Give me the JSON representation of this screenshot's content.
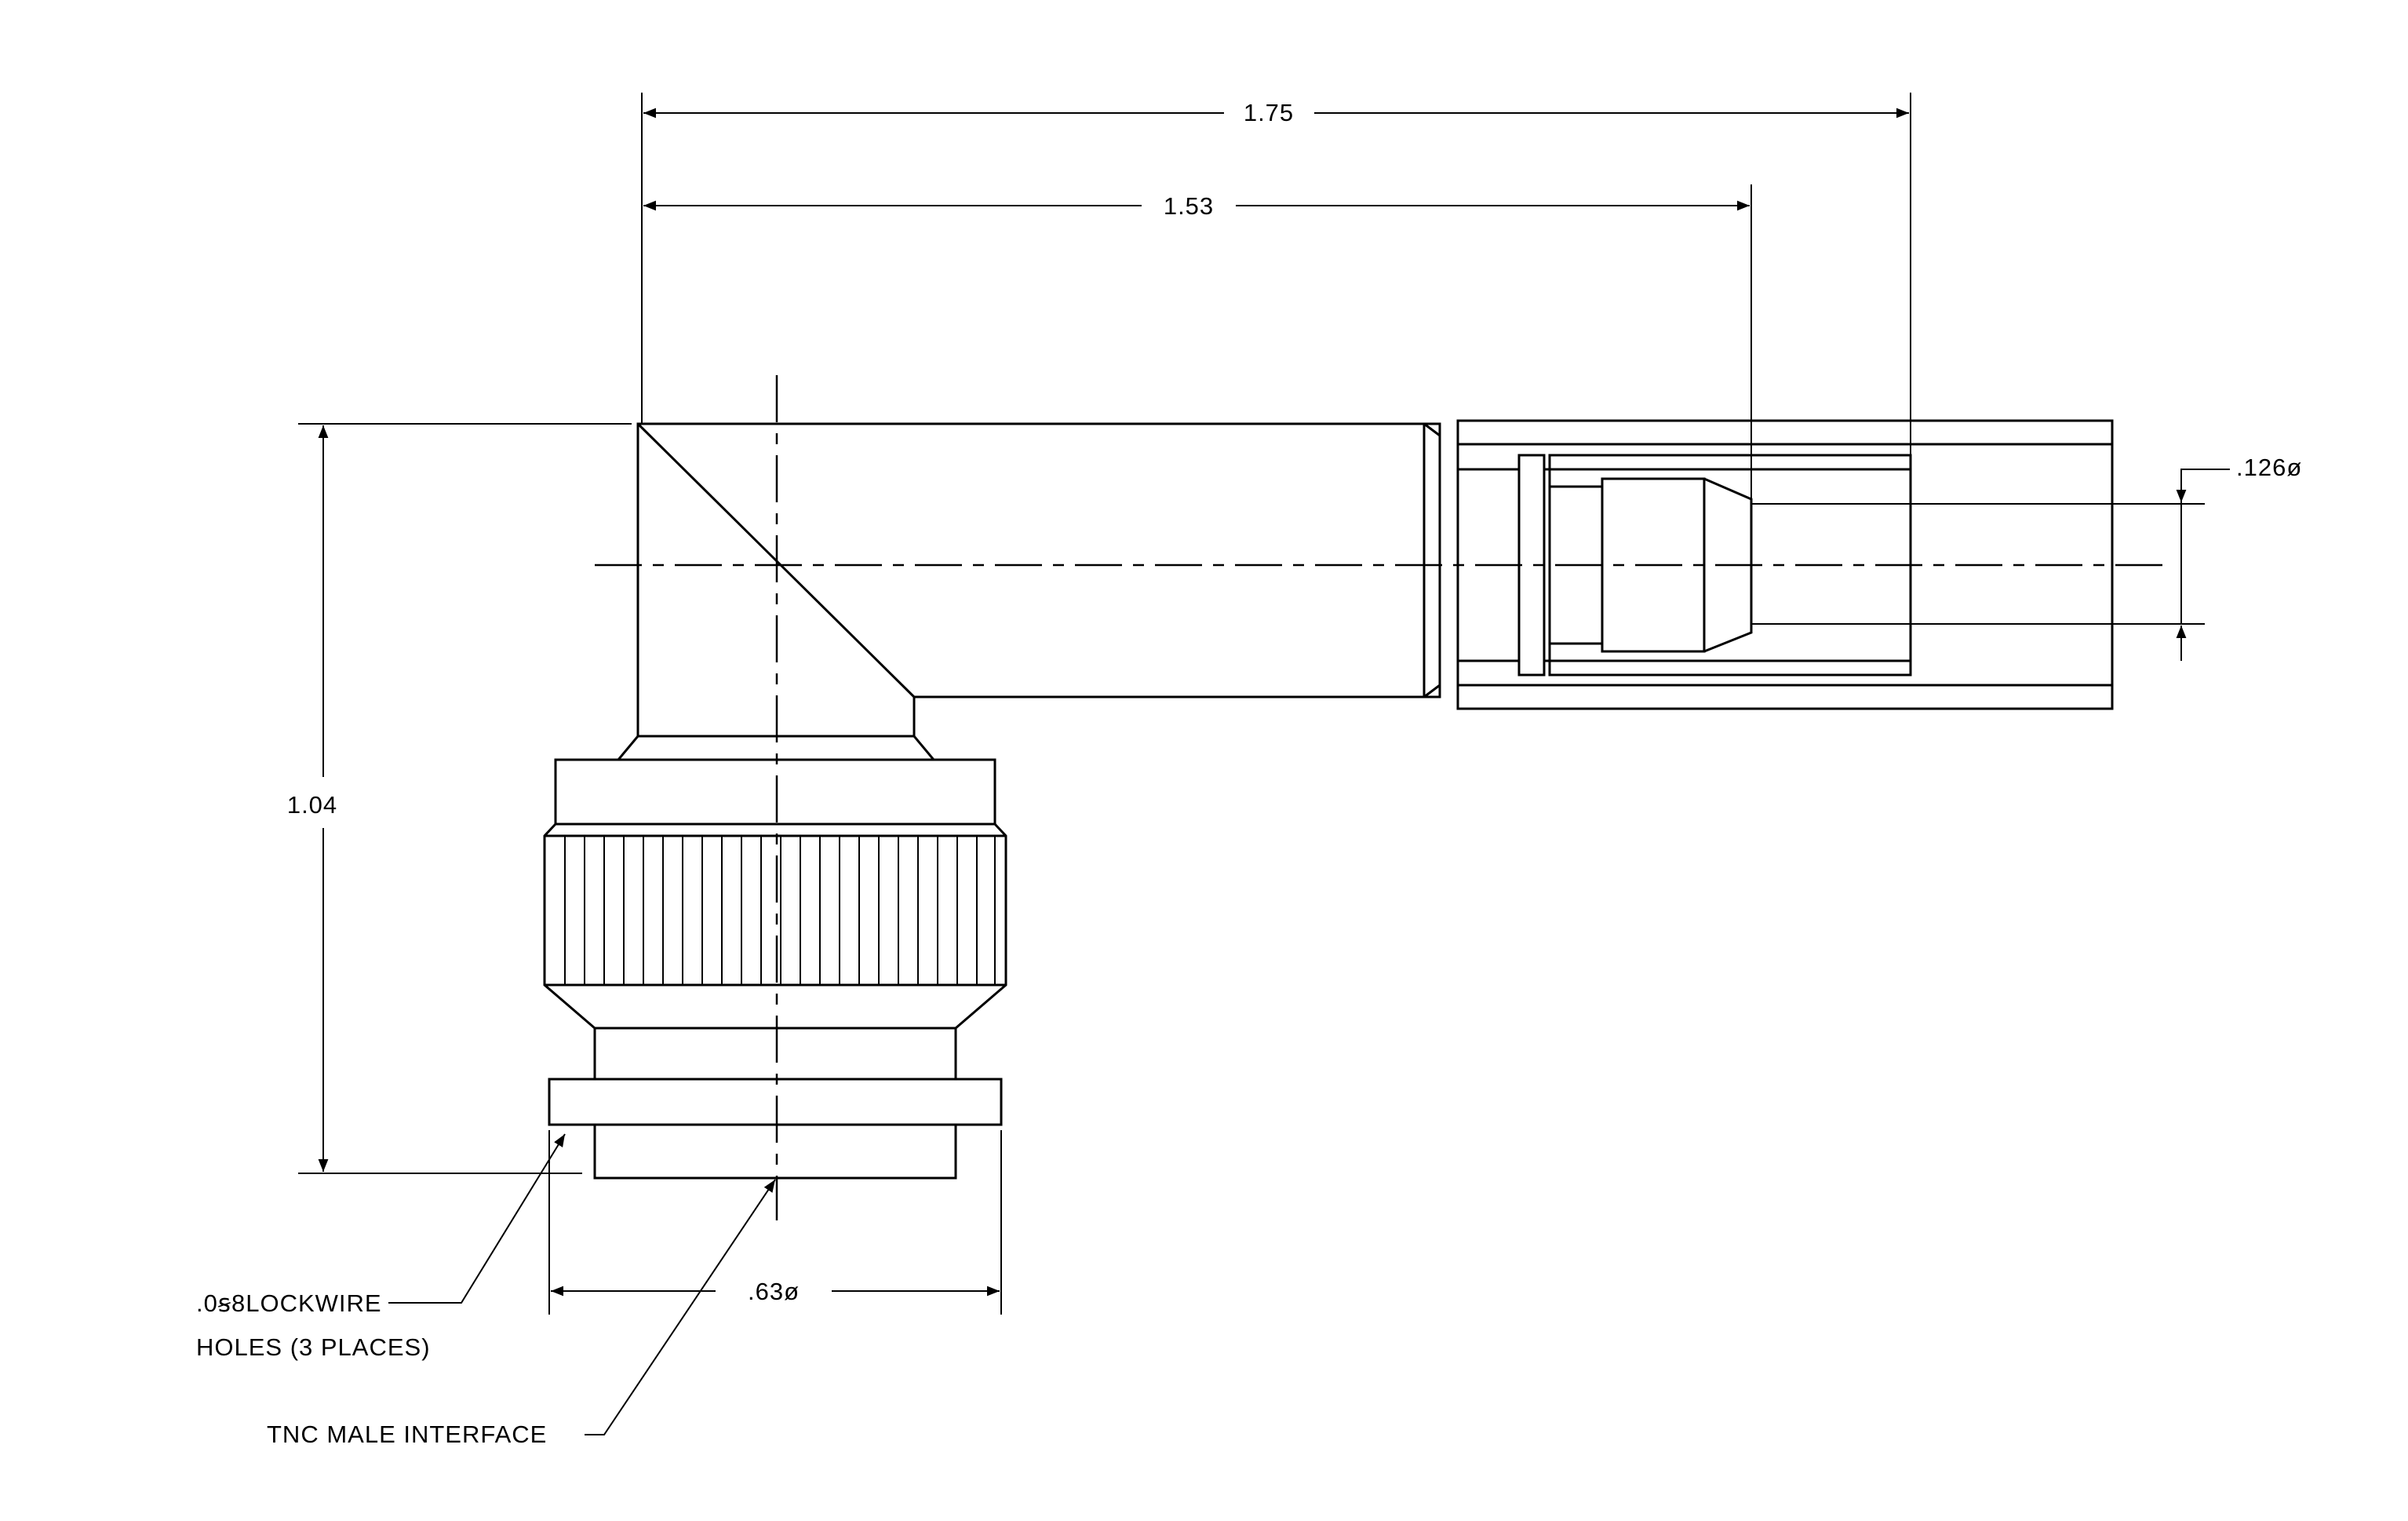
{
  "dimensions": {
    "overall_length": "1.75",
    "body_length": "1.53",
    "height": "1.04",
    "interface_diameter": ".63ø",
    "pin_diameter": ".126ø"
  },
  "callouts": {
    "lockwire_line1": ".0ꞩ8LOCKWIRE",
    "lockwire_line2": "HOLES (3 PLACES)",
    "interface": "TNC MALE INTERFACE"
  }
}
